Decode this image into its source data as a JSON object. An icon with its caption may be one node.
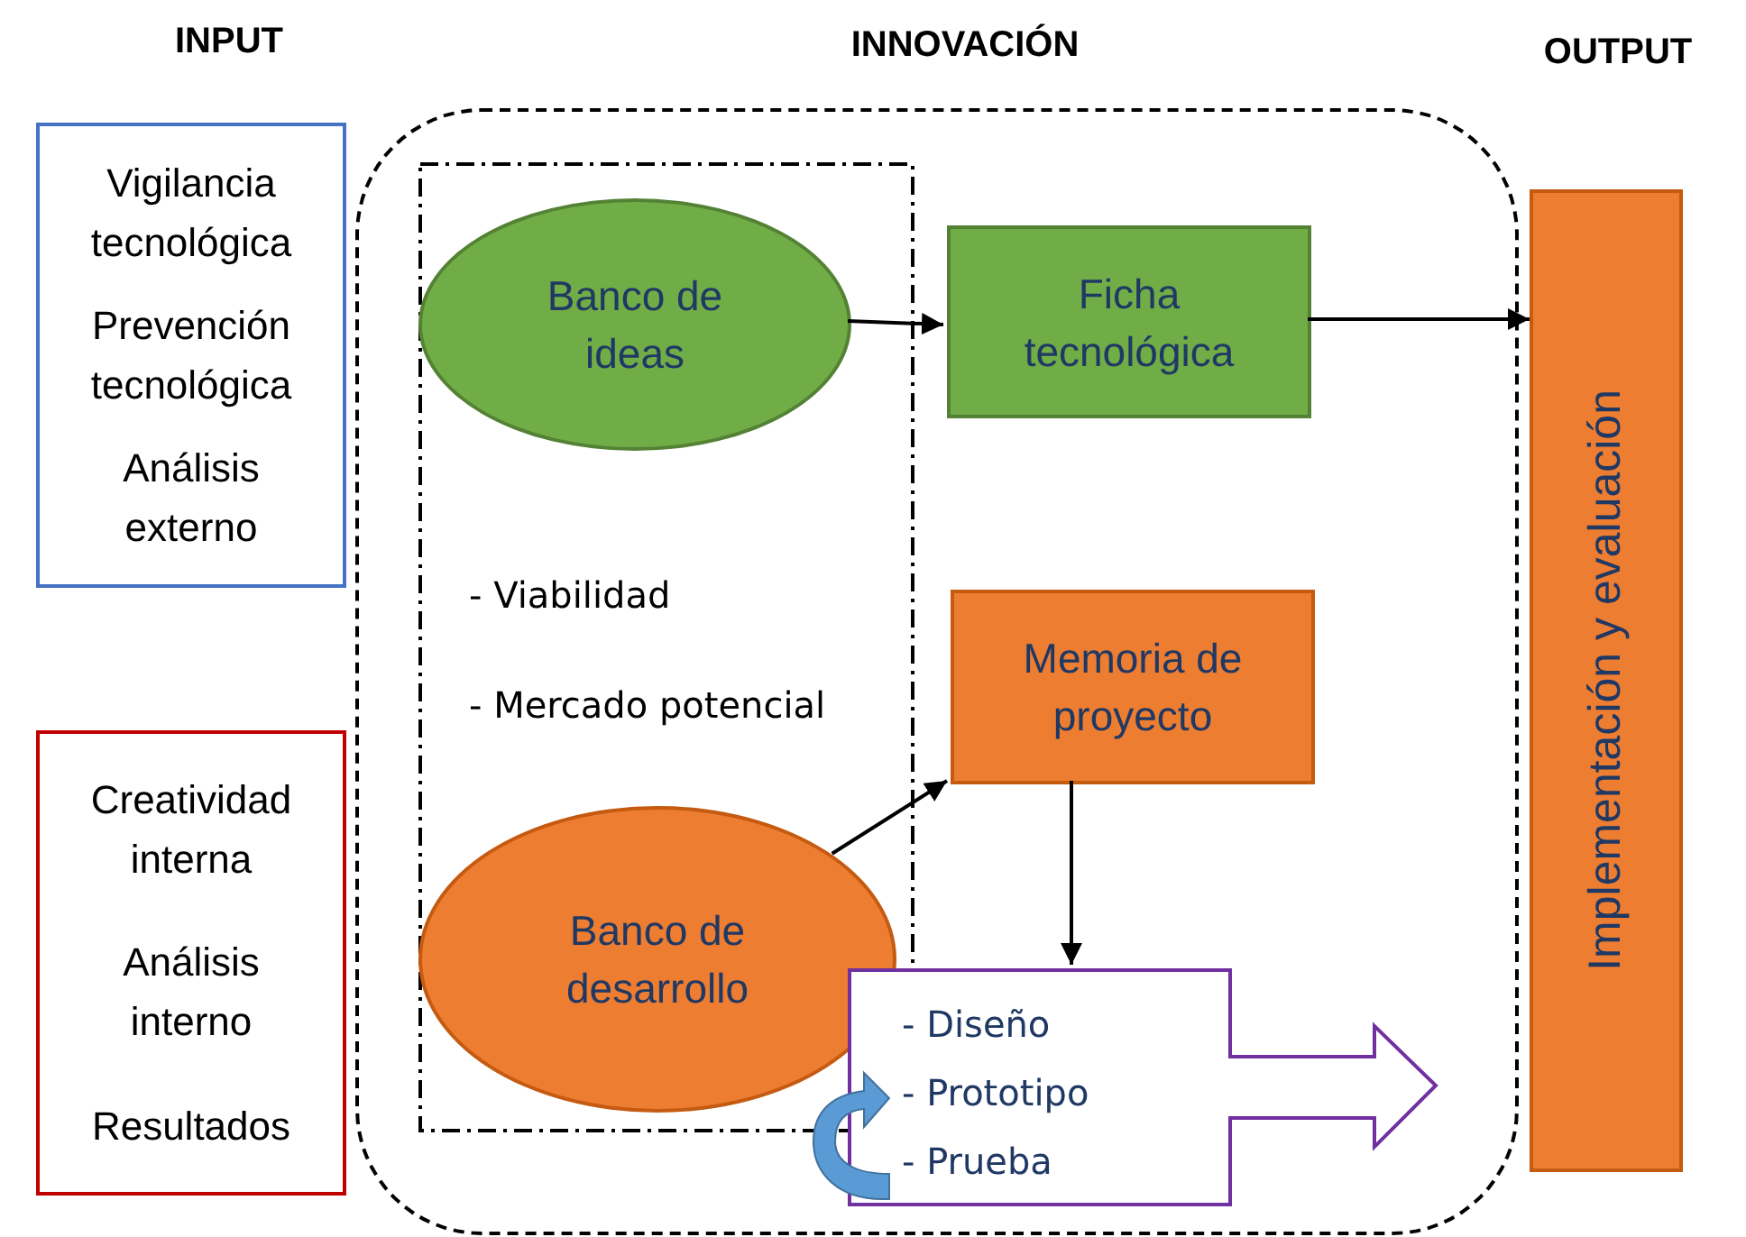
{
  "diagram": {
    "nodes": [
      {
        "text": [
          "Vigilancia tecnológica",
          "Prevención tecnológica",
          "Análisis externo"
        ]
      },
      {
        "text": [
          "Creatividad interna",
          "Análisis interno",
          "Resultados"
        ]
      },
      {
        "text": [],
        "shape": "box"
      },
      {
        "text": [
          "- Viabilidad",
          "- Mercado potencial"
        ],
        "in": 2
      },
      {
        "text": [
          "Banco de ideas"
        ],
        "in": 3
      },
      {
        "text": [
          "Banco de desarrollo"
        ],
        "in": 3
      },
      {
        "text": [
          "Ficha tecnológica"
        ],
        "in": 2
      },
      {
        "text": [
          "Memoria de proyecto"
        ],
        "in": 2
      },
      {
        "text": [
          "- Diseño",
          "- Prototipo",
          "- Prueba"
        ],
        "in": 2
      },
      {
        "text": [
          "Implementación y evaluación"
        ]
      }
    ],
    "edges": [
      {
        "from": 4,
        "to": 6,
        "arrow": "to"
      },
      {
        "from": 6,
        "to": 9,
        "arrow": "to"
      },
      {
        "from": 5,
        "to": 7,
        "arrow": "to"
      },
      {
        "from": 7,
        "to": 8,
        "arrow": "to"
      }
    ],
    "labels": [
      "INPUT",
      "INNOVACIÓN",
      "OUTPUT"
    ]
  }
}
